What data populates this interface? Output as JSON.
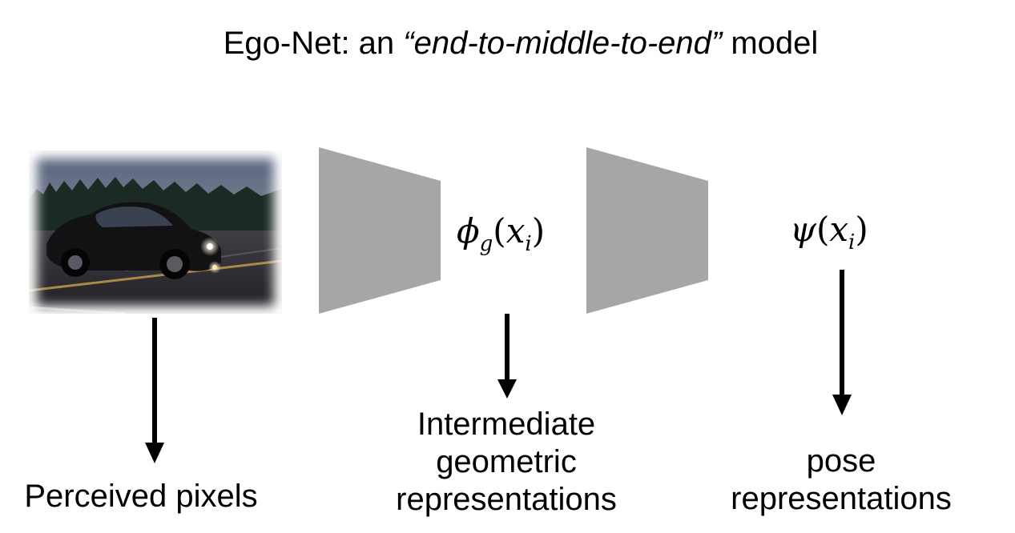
{
  "title": {
    "prefix": "Ego-Net: an ",
    "emphasis": "“end-to-middle-to-end”",
    "suffix": " model"
  },
  "image": {
    "description_icon": "car-photo-icon"
  },
  "math": {
    "phi_symbol": "ϕ",
    "phi_subscript": "g",
    "phi_open": "(",
    "phi_var": "x",
    "phi_var_sub": "i",
    "phi_close": ")",
    "psi_symbol": "ψ",
    "psi_open": "(",
    "psi_var": "x",
    "psi_var_sub": "i",
    "psi_close": ")"
  },
  "captions": {
    "pixels": "Perceived pixels",
    "intermediate_line1": "Intermediate",
    "intermediate_line2": "geometric",
    "intermediate_line3": "representations",
    "pose_line1": "pose",
    "pose_line2": "representations"
  },
  "colors": {
    "trapezoid": "#a6a6a6",
    "arrow": "#000000",
    "text": "#000000"
  }
}
